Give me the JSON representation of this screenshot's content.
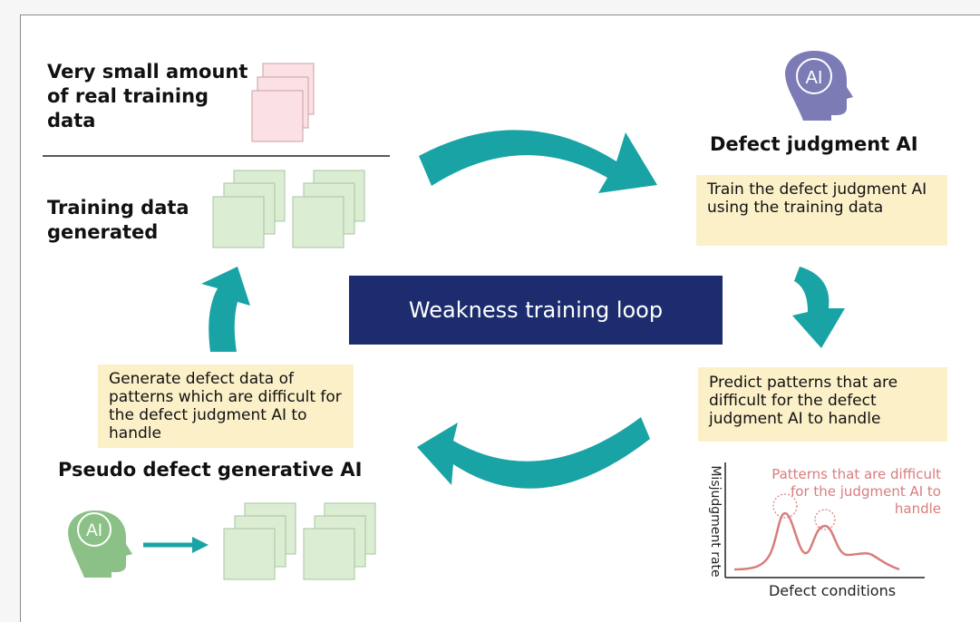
{
  "real_data": {
    "label": "Very small amount of real training data"
  },
  "generated": {
    "label": "Training data generated"
  },
  "judgment_ai": {
    "icon_text": "AI",
    "label": "Defect judgment AI"
  },
  "notes": {
    "train": "Train the defect judgment AI using the training data",
    "predict": "Predict patterns that are difficult for the defect judgment AI to handle",
    "generate": "Generate defect data of patterns which are difficult for the defect judgment AI to handle"
  },
  "loop_title": "Weakness training loop",
  "generative_ai": {
    "icon_text": "AI",
    "label": "Pseudo defect generative AI"
  },
  "graph": {
    "ylabel": "Misjudgment rate",
    "xlabel": "Defect conditions",
    "annotation": "Patterns that are difficult for the judgment AI to handle"
  },
  "colors": {
    "arrow": "#1aa3a4",
    "loop_box": "#1c2c6e",
    "note_bg": "#fbf0c8",
    "pink_sheet": "#fbe1e4",
    "green_sheet": "#dbeed4",
    "judgment_head": "#7d7bb6",
    "generative_head": "#8bc186",
    "curve": "#d97c7c"
  }
}
